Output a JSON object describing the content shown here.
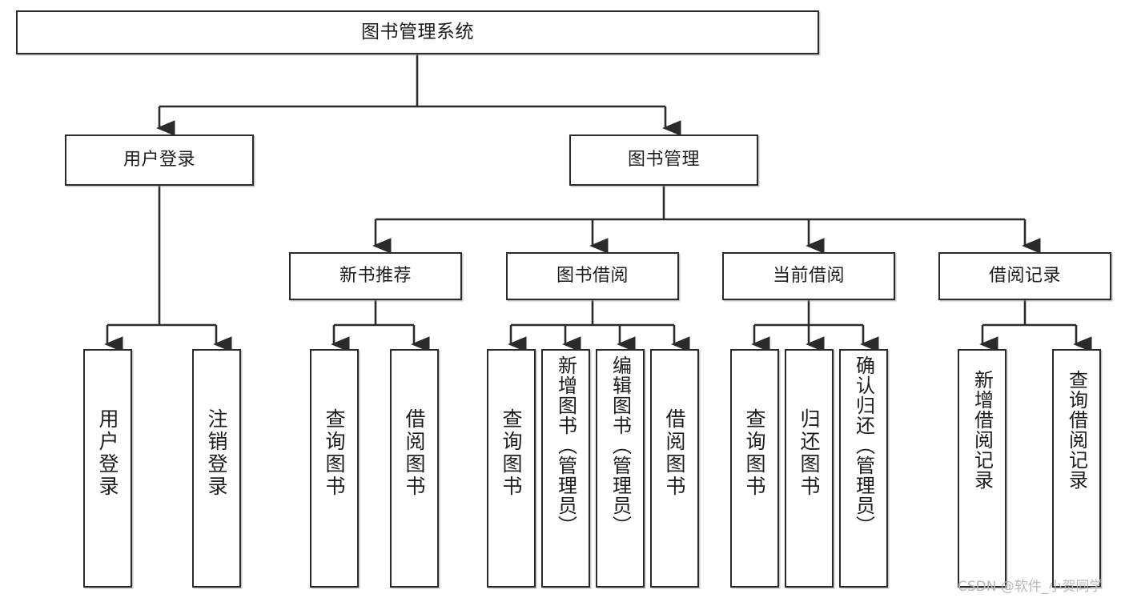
{
  "diagram": {
    "type": "tree",
    "title": "图书管理系统",
    "orientation": "top-down",
    "theme": {
      "background": "#ffffff",
      "node_fill": "#ffffff",
      "node_stroke": "#2b2b2b",
      "text_color": "#1d1d1d",
      "connector_color": "#2b2b2b",
      "watermark_color": "#b9b9b9"
    }
  },
  "root": {
    "label": "图书管理系统"
  },
  "level2": [
    {
      "id": "user-login",
      "label": "用户登录"
    },
    {
      "id": "book-manage",
      "label": "图书管理"
    }
  ],
  "level3": [
    {
      "id": "new-book-rec",
      "label": "新书推荐"
    },
    {
      "id": "book-borrow",
      "label": "图书借阅"
    },
    {
      "id": "current-borrow",
      "label": "当前借阅"
    },
    {
      "id": "borrow-record",
      "label": "借阅记录"
    }
  ],
  "leaves": {
    "user_login": [
      {
        "id": "leaf-user-login",
        "label": "用户登录"
      },
      {
        "id": "leaf-logout",
        "label": "注销登录"
      }
    ],
    "new_book_rec": [
      {
        "id": "leaf-query-book-1",
        "label": "查询图书"
      },
      {
        "id": "leaf-borrow-book-1",
        "label": "借阅图书"
      }
    ],
    "book_borrow": [
      {
        "id": "leaf-query-book-2",
        "label": "查询图书"
      },
      {
        "id": "leaf-add-book",
        "label": "新增图书（管理员）"
      },
      {
        "id": "leaf-edit-book",
        "label": "编辑图书（管理员）"
      },
      {
        "id": "leaf-borrow-book-2",
        "label": "借阅图书"
      }
    ],
    "current_borrow": [
      {
        "id": "leaf-query-book-3",
        "label": "查询图书"
      },
      {
        "id": "leaf-return-book",
        "label": "归还图书"
      },
      {
        "id": "leaf-confirm-return",
        "label": "确认归还（管理员）"
      }
    ],
    "borrow_record": [
      {
        "id": "leaf-add-record",
        "label": "新增借阅记录"
      },
      {
        "id": "leaf-query-record",
        "label": "查询借阅记录"
      }
    ]
  },
  "watermark": {
    "text": "CSDN @软件_小贺同学"
  }
}
